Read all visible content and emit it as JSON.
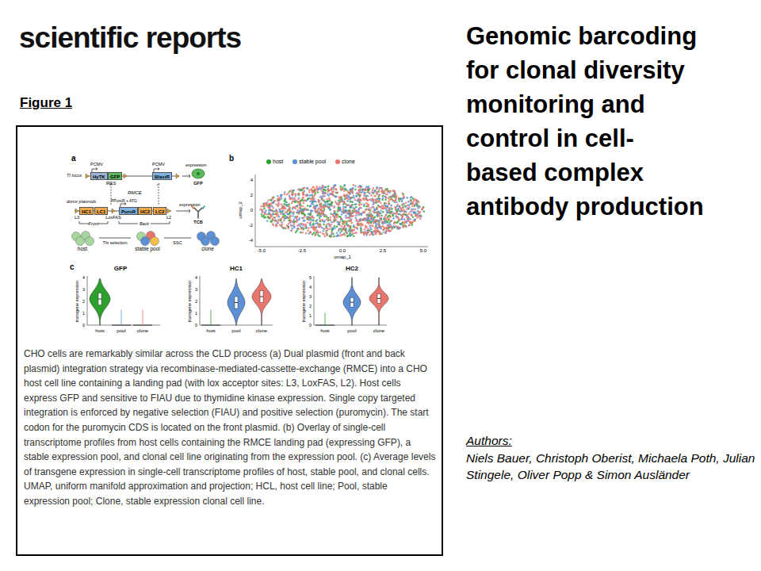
{
  "diagram": {
    "title": "Genomic barcoding for clonal diversity monitoring and control in cell-based complex antibody production",
    "caption": "CHO cells are remarkably similar across the CLD process (a) Dual plasmid (front and back plasmid) integration strategy via recombinase-mediated-cassette-exchange (RMCE) into a CHO host cell line containing a landing pad (with lox acceptor sites: L3, LoxFAS, L2). Host cells express GFP and sensitive to FIAU due to thymidine kinase expression. Single copy targeted integration is enforced by negative selection (FIAU) and positive selection (puromycin). The start codon for the puromycin CDS is located on the front plasmid. (b) Overlay of single-cell transcriptome profiles from host cells containing the RMCE landing pad (expressing GFP), a stable expression pool, and clonal cell line originating from the expression pool. (c) Average levels of transgene expression in single-cell transcriptome profiles of host, stable pool, and clonal cells. UMAP, uniform manifold approximation and projection; HCL, host cell line; Pool, stable expression pool; Clone, stable expression clonal cell line.",
    "nodes": [
      {
        "text": [
          "HyTK"
        ]
      },
      {
        "text": [
          "GFP"
        ]
      },
      {
        "text": [
          "BlastR"
        ]
      },
      {
        "text": [
          "HC1"
        ]
      },
      {
        "text": [
          "LC1"
        ]
      },
      {
        "text": [
          "PuroR"
        ]
      },
      {
        "text": [
          "HC2"
        ]
      },
      {
        "text": [
          "LC2"
        ]
      },
      {
        "text": [
          "host"
        ]
      },
      {
        "text": [
          "stable pool"
        ]
      },
      {
        "text": [
          "clone"
        ]
      }
    ],
    "edges": [
      {
        "from": 8,
        "to": 9,
        "label": "Tfx selection",
        "arrow": "none"
      },
      {
        "from": 9,
        "to": 10,
        "label": "SSC",
        "arrow": "none"
      }
    ],
    "labels": [
      "scientific reports",
      "Figure 1",
      "a",
      "TI locus",
      "PCMV",
      "IRES",
      "PCMV",
      "expression",
      "GFP",
      "RMCE",
      "donor plasmids",
      "PPuroR + ATG",
      "L3",
      "LoxFAS",
      "L2",
      "Front",
      "Back",
      "expression",
      "TCB",
      "b",
      "4",
      "2",
      "0",
      "-2",
      "-4",
      "-5.0",
      "-2.5",
      "0.0",
      "2.5",
      "5.0",
      "umap_1",
      "umap_2",
      "c",
      "GFP",
      "HC1",
      "HC2",
      "transgene expression",
      "0",
      "1",
      "2",
      "3",
      "4",
      "host",
      "pool",
      "clone",
      "transgene expression",
      "0",
      "1",
      "2",
      "3",
      "4",
      "host",
      "pool",
      "clone",
      "transgene expression",
      "0",
      "1",
      "2",
      "3",
      "4",
      "5",
      "host",
      "pool",
      "clone",
      "Authors:",
      "Niels Bauer, Christoph Oberist, Michaela Poth, Julian Stingele, Oliver Popp & Simon Ausländer"
    ],
    "legend": [
      {
        "text": "host",
        "color": "#2ca02c"
      },
      {
        "text": "stable pool",
        "color": "#5b8fd6"
      },
      {
        "text": "clone",
        "color": "#e8766d"
      }
    ]
  }
}
